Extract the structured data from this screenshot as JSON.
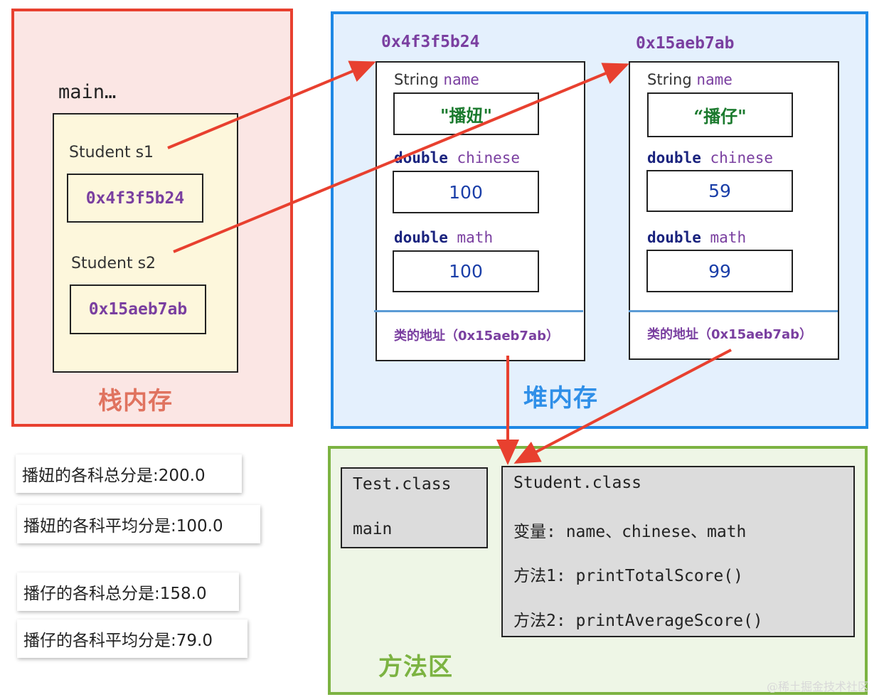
{
  "stack": {
    "frame_label": "main…",
    "var1": {
      "label": "Student  s1",
      "value": "0x4f3f5b24"
    },
    "var2": {
      "label": "Student  s2",
      "value": "0x15aeb7ab"
    },
    "title": "栈内存"
  },
  "heap": {
    "title": "堆内存",
    "objects": [
      {
        "address": "0x4f3f5b24",
        "name_type": "String",
        "name_field": "name",
        "name_value": "\"播妞\"",
        "chinese_type": "double",
        "chinese_field": "chinese",
        "chinese_value": "100",
        "math_type": "double",
        "math_field": "math",
        "math_value": "100",
        "class_addr": "类的地址（0x15aeb7ab）"
      },
      {
        "address": "0x15aeb7ab",
        "name_type": "String",
        "name_field": "name",
        "name_value": "“播仔\"",
        "chinese_type": "double",
        "chinese_field": "chinese",
        "chinese_value": "59",
        "math_type": "double",
        "math_field": "math",
        "math_value": "99",
        "class_addr": "类的地址（0x15aeb7ab）"
      }
    ]
  },
  "method_area": {
    "title": "方法区",
    "test_class": {
      "name": "Test.class",
      "method": "main"
    },
    "student_class": {
      "name": "Student.class",
      "vars": "变量: name、chinese、math",
      "method1": "方法1: printTotalScore()",
      "method2": "方法2: printAverageScore()"
    }
  },
  "outputs": [
    "播妞的各科总分是:200.0",
    "播妞的各科平均分是:100.0",
    "播仔的各科总分是:158.0",
    "播仔的各科平均分是:79.0"
  ],
  "watermark": "@稀土掘金技术社区",
  "colors": {
    "arrow": "#e8402f",
    "stack_border": "#e8402f",
    "heap_border": "#1e88e5",
    "method_border": "#7cb342"
  }
}
